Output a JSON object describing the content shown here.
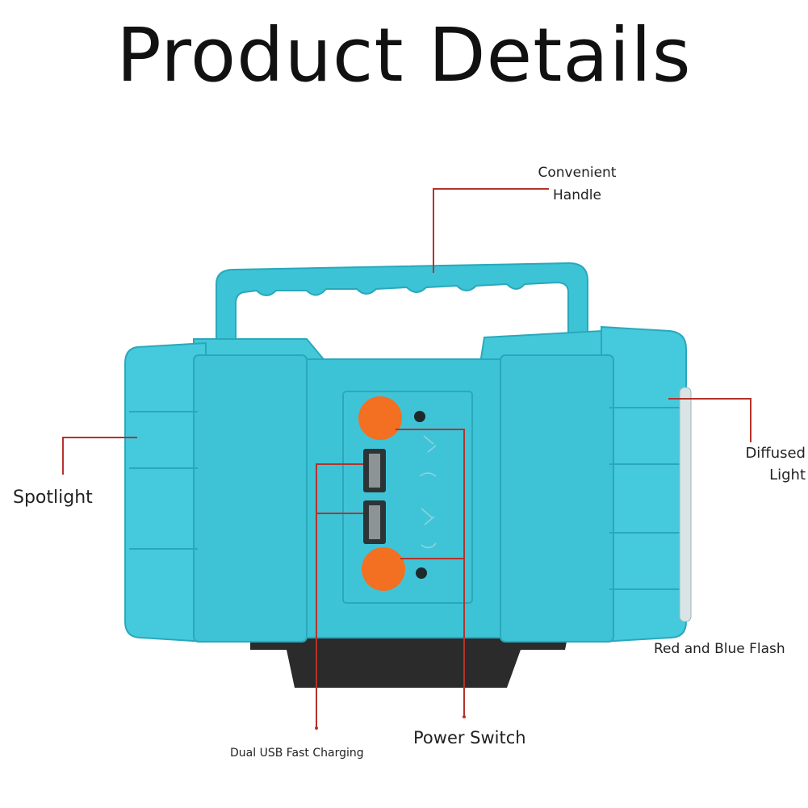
{
  "header": {
    "title": "Product Details"
  },
  "callouts": {
    "handle": {
      "line1": "Convenient",
      "line2": "Handle"
    },
    "spotlight": "Spotlight",
    "diffused": {
      "line1": "Diffused",
      "line2": "Light"
    },
    "flash": "Red and Blue Flash",
    "power": "Power Switch",
    "usb": "Dual USB Fast Charging"
  },
  "colors": {
    "body": "#3cc3d6",
    "body_dark": "#2aa8bb",
    "button": "#f36f22",
    "leader_line": "#b5322c",
    "base": "#2a2a2a"
  }
}
